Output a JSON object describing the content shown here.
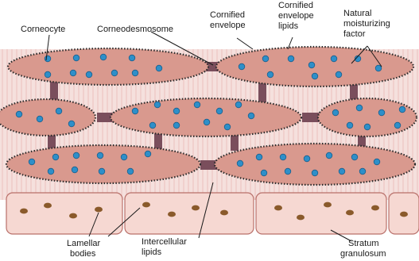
{
  "labels": {
    "corneocyte": "Corneocyte",
    "corneodesmosome": "Corneodesmosome",
    "cornified_envelope": [
      "Cornified",
      "envelope"
    ],
    "cornified_envelope_lipids": [
      "Cornified",
      "envelope",
      "lipids"
    ],
    "natural_moisturizing_factor": [
      "Natural",
      "moisturizing",
      "factor"
    ],
    "lamellar_bodies": [
      "Lamellar",
      "bodies"
    ],
    "intercellular_lipids": [
      "Intercellular",
      "lipids"
    ],
    "stratum_granulosum": [
      "Stratum",
      "granulosum"
    ]
  },
  "colors": {
    "cell_fill": "#d9998e",
    "cell_border": "#8e4f4a",
    "envelope_dots": "#2a2a2a",
    "nmf_dot": "#2e8fc9",
    "nmf_dot_outline": "#1b5f8c",
    "lipid_band": "#ecc6c2",
    "corneodesmosome": "#7a4e5c",
    "granulosum_fill": "#f6d8d2",
    "granulosum_border": "#b9706a",
    "lamellar_body": "#8a5a2b"
  }
}
